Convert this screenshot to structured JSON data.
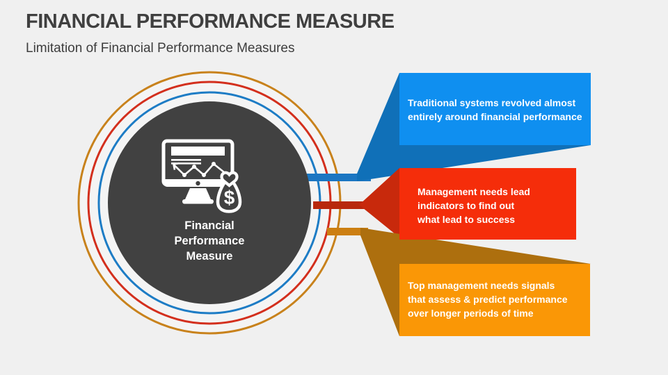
{
  "slide": {
    "title": "FINANCIAL PERFORMANCE MEASURE",
    "subtitle": "Limitation of Financial Performance Measures",
    "background": "#f0f0f0",
    "title_color": "#3f3f3f"
  },
  "hub": {
    "label_lines": [
      "Financial",
      "Performance",
      "Measure"
    ],
    "dollar": "$",
    "icon": "monitor-line-chart-with-money-bag",
    "colors": {
      "inner_circle": "#414141",
      "ring_inner_blue": "#1d7cc5",
      "ring_middle_red": "#d32f1d",
      "ring_outer_orange": "#c8821c",
      "disc": "#f4f4f4",
      "icon_white": "#ffffff"
    }
  },
  "callouts": [
    {
      "id": "traditional-systems",
      "lines": [
        "Traditional systems revolved almost",
        "entirely around financial performance"
      ],
      "fill": "#0f8ff0",
      "shadow": "#1070b8",
      "connector": "#1b76c2",
      "text_color": "#ffffff"
    },
    {
      "id": "management-lead-indicators",
      "lines": [
        "Management needs lead",
        "indicators to find out",
        "what lead to success"
      ],
      "fill": "#f52d0a",
      "shadow": "#c8290c",
      "connector": "#b8280c",
      "text_color": "#ffffff"
    },
    {
      "id": "top-management-signals",
      "lines": [
        "Top management needs signals",
        "that assess & predict performance",
        "over longer periods of time"
      ],
      "fill": "#fa9706",
      "shadow": "#ad6f0e",
      "connector": "#cc7f12",
      "text_color": "#ffffff"
    }
  ]
}
